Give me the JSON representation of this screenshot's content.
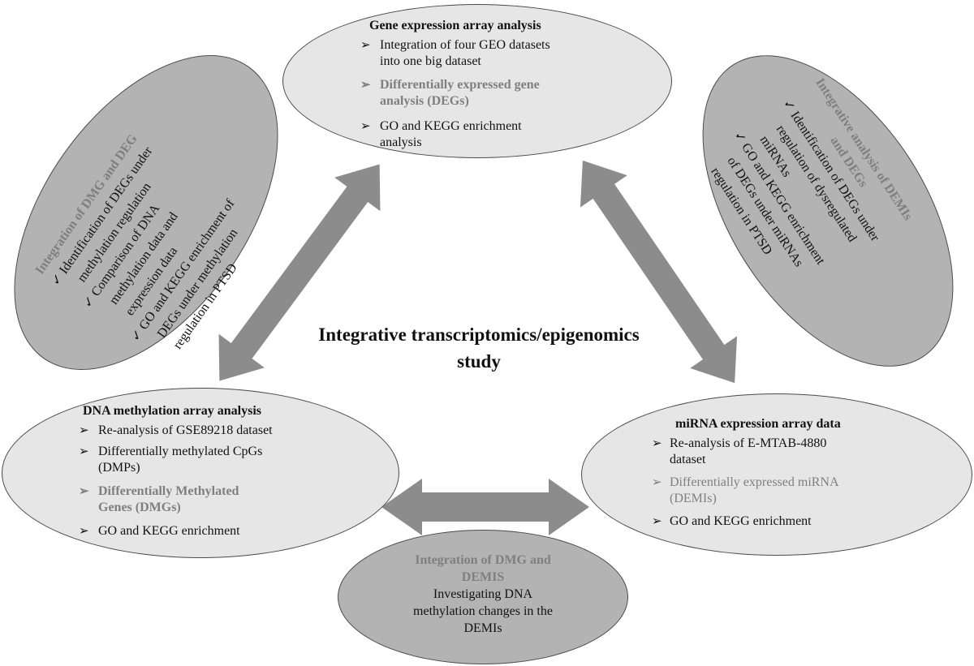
{
  "center_title": {
    "line1": "Integrative transcriptomics/epigenomics",
    "line2": "study"
  },
  "gene_expression": {
    "title": "Gene expression array analysis",
    "items": [
      {
        "bullet": "➢",
        "lines": [
          "Integration of four GEO datasets",
          "into  one big dataset"
        ],
        "gray": false
      },
      {
        "bullet": "➢",
        "lines": [
          "Differentially  expressed gene",
          "analysis (DEGs)"
        ],
        "gray": true
      },
      {
        "bullet": "➢",
        "lines": [
          "GO and KEGG enrichment",
          "analysis"
        ],
        "gray": false
      }
    ]
  },
  "dna_methylation": {
    "title": "DNA methylation array  analysis",
    "items": [
      {
        "bullet": "➢",
        "lines": [
          "Re-analysis of GSE89218 dataset"
        ],
        "gray": false
      },
      {
        "bullet": "➢",
        "lines": [
          "Differentially  methylated CpGs",
          "(DMPs)"
        ],
        "gray": false
      },
      {
        "bullet": "➢",
        "lines": [
          "Differentially Methylated",
          "Genes (DMGs)"
        ],
        "gray": true
      },
      {
        "bullet": "➢",
        "lines": [
          "GO and KEGG enrichment"
        ],
        "gray": false
      }
    ]
  },
  "mirna": {
    "title": "miRNA expression array data",
    "items": [
      {
        "bullet": "➢",
        "lines": [
          "Re-analysis  of E-MTAB-4880",
          "dataset"
        ],
        "gray": false
      },
      {
        "bullet": "➢",
        "lines": [
          "Differentially  expressed miRNA",
          "(DEMIs)"
        ],
        "gray": true
      },
      {
        "bullet": "➢",
        "lines": [
          "GO and KEGG enrichment"
        ],
        "gray": false
      }
    ]
  },
  "dmg_demis": {
    "title_line1": "Integration of DMG and",
    "title_line2": "DEMIS",
    "body": [
      "Investigating  DNA",
      "methylation changes in the",
      "DEMIs"
    ]
  },
  "dmg_deg": {
    "title": "Integration of DMG and DEG",
    "lines": [
      "✓ Identification of DEGs under",
      "methylation regulation",
      "✓ Comparison of DNA",
      "methylation data and",
      "expression data",
      "✓ GO and KEGG enrichment of",
      "DEGs under methylation",
      "regulation in PTSD"
    ]
  },
  "demis_degs": {
    "title_line1": "Integrative analysis of DEMIs",
    "title_line2": "and DEGs",
    "lines": [
      "✓ Identification of DEGs under",
      "regulation of dysregulated",
      "miRNAs",
      "✓ GO and KEGG enrichment",
      "of DEGs under miRNAs",
      "regulation in PTSD"
    ]
  },
  "colors": {
    "ellipse_light": "#e6e6e6",
    "ellipse_mid": "#b3b3b3",
    "arrow": "#8c8c8c",
    "gray_text": "#7f7f7f"
  }
}
